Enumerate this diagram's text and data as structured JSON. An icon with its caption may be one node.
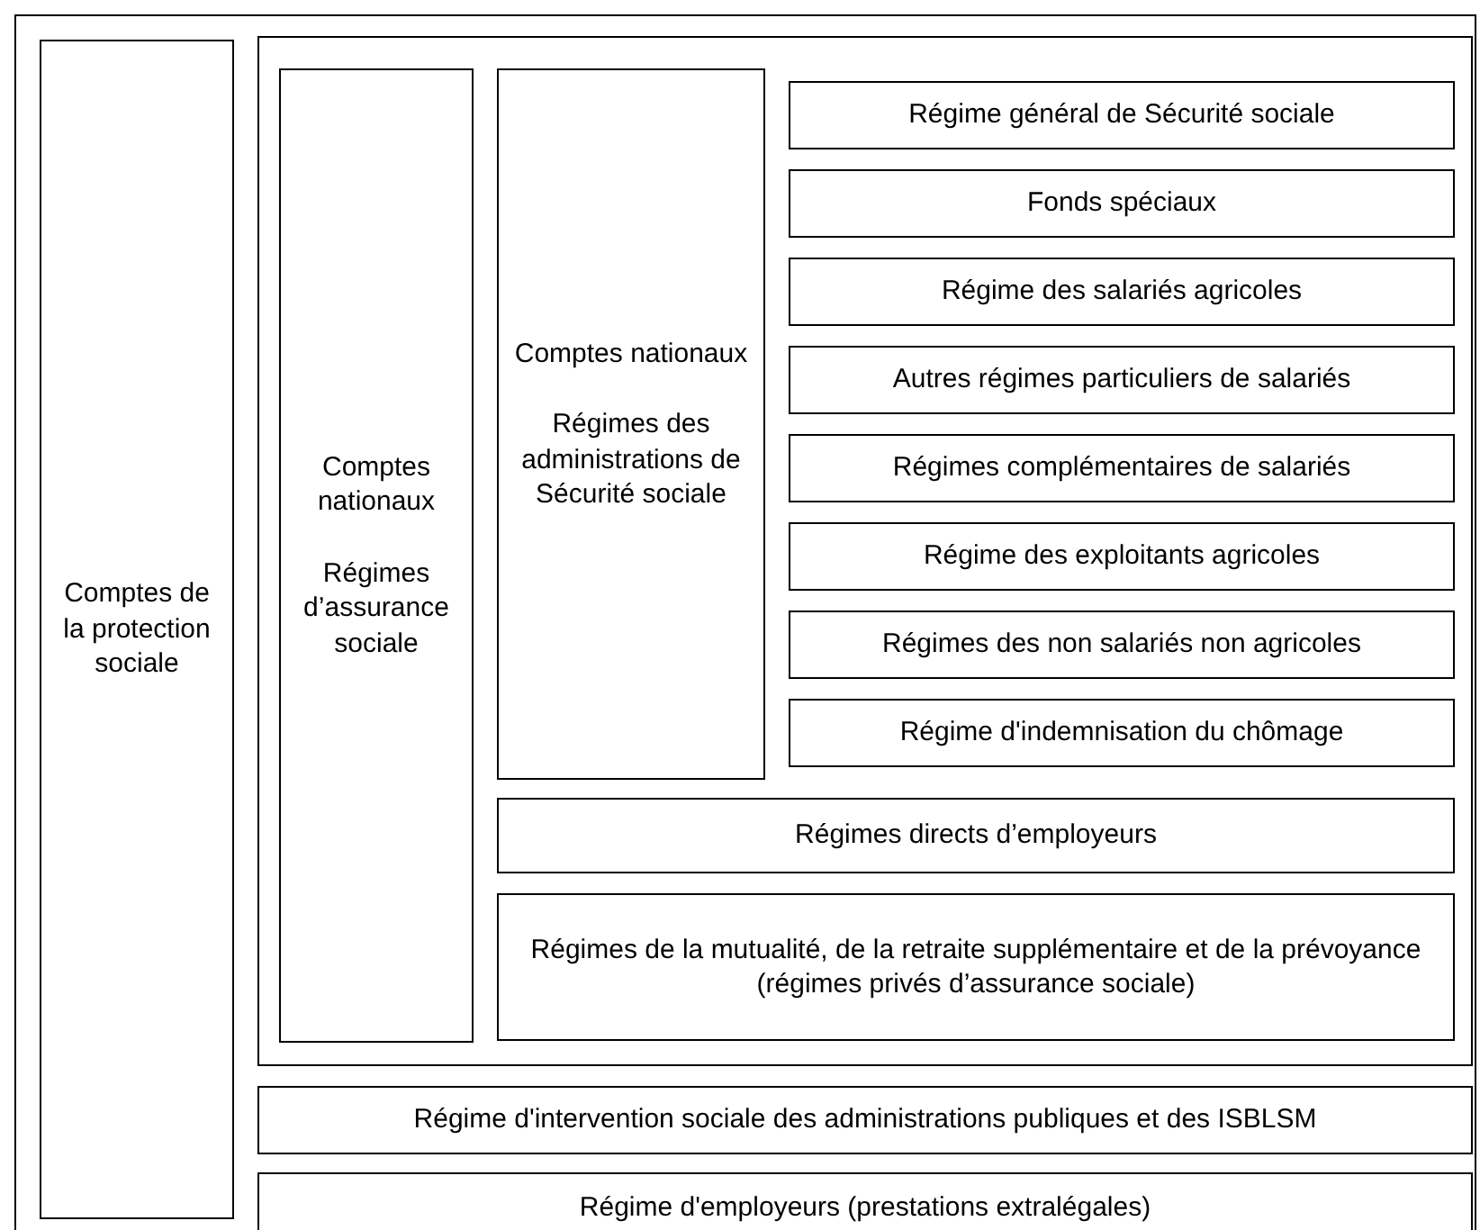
{
  "diagram": {
    "nodes": [
      {
        "text": [
          "Comptes de la protection sociale"
        ]
      },
      {
        "text": [],
        "shape": "box"
      },
      {
        "text": [
          "Comptes nationaux",
          "Régimes d’assurance sociale"
        ],
        "in": 1
      },
      {
        "text": [
          "Comptes nationaux",
          "Régimes des administrations de Sécurité sociale"
        ],
        "in": 1
      },
      {
        "text": [
          "Régime général de Sécurité sociale"
        ],
        "in": 1
      },
      {
        "text": [
          "Fonds spéciaux"
        ],
        "in": 1
      },
      {
        "text": [
          "Régime des salariés agricoles"
        ],
        "in": 1
      },
      {
        "text": [
          "Autres régimes particuliers de salariés"
        ],
        "in": 1
      },
      {
        "text": [
          "Régimes complémentaires de salariés"
        ],
        "in": 1
      },
      {
        "text": [
          "Régime des exploitants agricoles"
        ],
        "in": 1
      },
      {
        "text": [
          "Régimes des non salariés non agricoles"
        ],
        "in": 1
      },
      {
        "text": [
          "Régime d'indemnisation du chômage"
        ],
        "in": 1
      },
      {
        "text": [
          "Régimes directs d’employeurs"
        ],
        "in": 1
      },
      {
        "text": [
          "Régimes de la mutualité, de la retraite supplémentaire et de la prévoyance (régimes privés d’assurance sociale)"
        ],
        "in": 1
      },
      {
        "text": [
          "Régime d'intervention sociale des administrations publiques et des ISBLSM"
        ]
      },
      {
        "text": [
          "Régime d'employeurs (prestations extralégales)"
        ]
      }
    ],
    "edges": []
  }
}
